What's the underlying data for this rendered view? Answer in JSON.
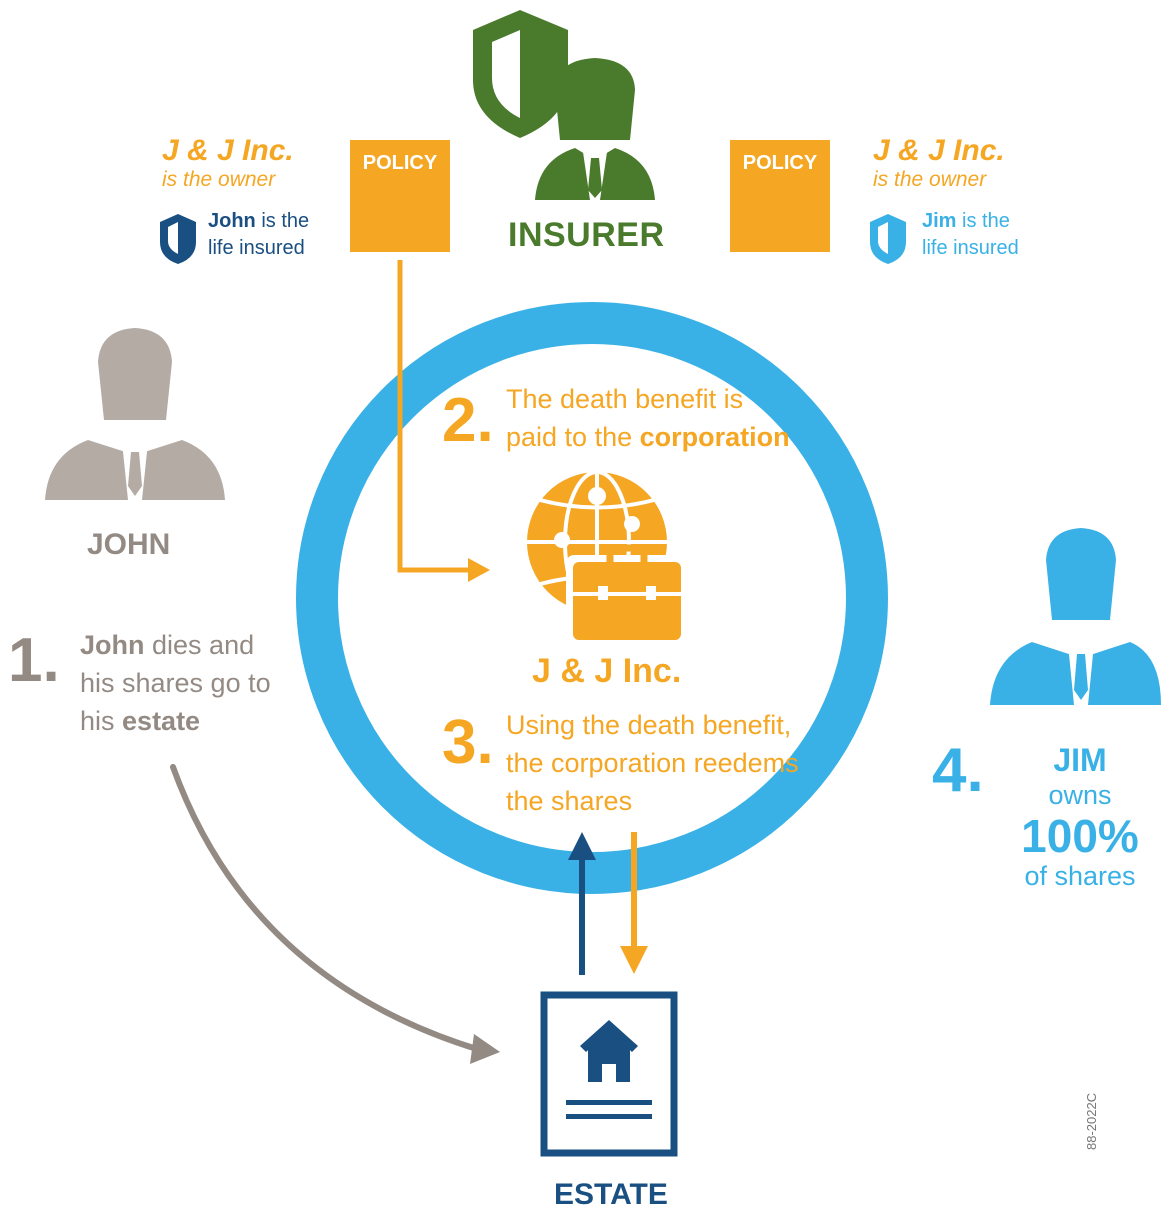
{
  "insurer": {
    "label": "INSURER",
    "icon": "insurer-shield-person-icon",
    "color": "#4a7a2c"
  },
  "policy_left": {
    "doc_label": "POLICY",
    "owner_title": "J & J Inc.",
    "owner_sub": "is the owner",
    "insured_name": "John",
    "insured_rest1": "is the",
    "insured_rest2": "life insured"
  },
  "policy_right": {
    "doc_label": "POLICY",
    "owner_title": "J & J Inc.",
    "owner_sub": "is the owner",
    "insured_name": "Jim",
    "insured_rest1": "is the",
    "insured_rest2": "life insured"
  },
  "john": {
    "label": "JOHN",
    "color": "#b4aba5"
  },
  "step1": {
    "num": "1.",
    "line1_bold": "John",
    "line1_rest": "dies and",
    "line2": "his shares go to",
    "line3_pre": "his",
    "line3_bold": "estate"
  },
  "step2": {
    "num": "2.",
    "line1": "The death benefit is",
    "line2_pre": "paid to the",
    "line2_bold": "corporation"
  },
  "corporation": {
    "label": "J & J Inc.",
    "icon": "globe-briefcase-icon"
  },
  "step3": {
    "num": "3.",
    "line1": "Using the death benefit,",
    "line2": "the corporation reedems",
    "line3": "the shares"
  },
  "step4": {
    "num": "4.",
    "name": "JIM",
    "owns": "owns",
    "percent": "100%",
    "of_shares": "of shares"
  },
  "estate": {
    "label": "ESTATE",
    "icon": "estate-document-house-icon"
  },
  "code": "88-2022C",
  "colors": {
    "orange": "#f5a623",
    "blue": "#39b1e6",
    "navy": "#1a4f82",
    "green": "#4a7a2c",
    "grey": "#948a84"
  }
}
